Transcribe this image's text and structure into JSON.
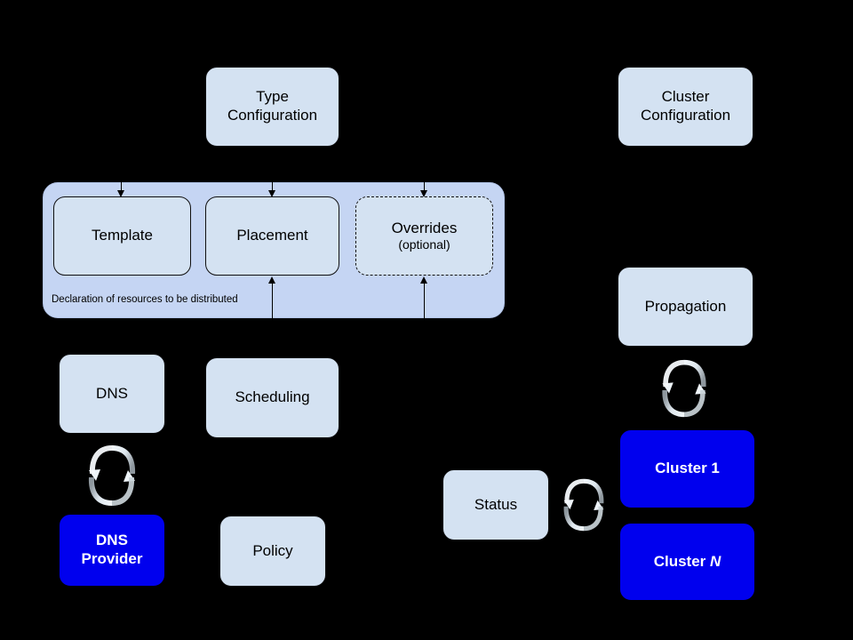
{
  "diagram": {
    "title_visible": false,
    "background_color": "#000000",
    "palette": {
      "light_box": "#d4e2f2",
      "group_container": "#c5d5f3",
      "cluster_blue": "#0000ee",
      "text_dark": "#000000",
      "text_light": "#ffffff",
      "arrow": "#000000",
      "sync_icon_light": "#e8f0f8",
      "sync_icon_gray": "#9aa2a8"
    },
    "nodes": {
      "type_configuration": {
        "label_line1": "Type",
        "label_line2": "Configuration"
      },
      "cluster_configuration": {
        "label_line1": "Cluster",
        "label_line2": "Configuration"
      },
      "template": {
        "label": "Template"
      },
      "placement": {
        "label": "Placement"
      },
      "overrides": {
        "label": "Overrides",
        "sublabel": "(optional)"
      },
      "group": {
        "caption": "Declaration of resources to be distributed"
      },
      "propagation": {
        "label": "Propagation"
      },
      "dns": {
        "label": "DNS"
      },
      "dns_provider": {
        "label_line1": "DNS",
        "label_line2": "Provider"
      },
      "scheduling": {
        "label": "Scheduling"
      },
      "policy": {
        "label": "Policy"
      },
      "status": {
        "label": "Status"
      },
      "cluster_1": {
        "label_prefix": "Cluster ",
        "label_suffix": "1"
      },
      "cluster_n": {
        "label_prefix": "Cluster ",
        "label_suffix": "N"
      }
    },
    "icons": {
      "sync_dns": "sync-icon",
      "sync_propagation": "sync-icon",
      "sync_status": "sync-icon"
    },
    "connectors": [
      {
        "name": "type-config-to-template",
        "kind": "arrow-down"
      },
      {
        "name": "type-config-to-placement",
        "kind": "arrow-down"
      },
      {
        "name": "type-config-to-overrides",
        "kind": "arrow-down"
      },
      {
        "name": "scheduling-to-placement",
        "kind": "arrow-up"
      },
      {
        "name": "policy-to-overrides",
        "kind": "arrow-up"
      }
    ]
  }
}
